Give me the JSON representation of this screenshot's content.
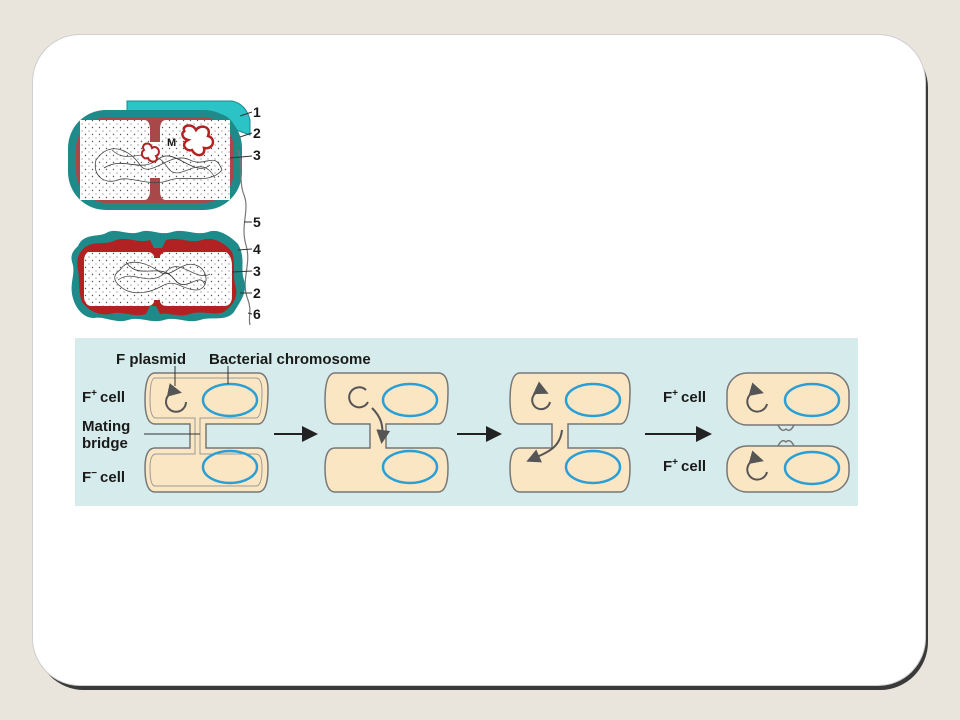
{
  "cell_diagram": {
    "labels": [
      "1",
      "2",
      "3",
      "5",
      "4",
      "3",
      "2",
      "6"
    ],
    "m_label": "M"
  },
  "conjugation": {
    "f_plasmid": "F plasmid",
    "bacterial_chromosome": "Bacterial chromosome",
    "f_plus_cell_1": "F",
    "f_plus_cell_1_sup": "+",
    "f_plus_cell_1_word": "cell",
    "mating_bridge_1": "Mating",
    "mating_bridge_2": "bridge",
    "f_minus_cell": "F",
    "f_minus_cell_sup": "−",
    "f_minus_cell_word": "cell",
    "f_plus_result_1": "F",
    "f_plus_result_1_sup": "+",
    "f_plus_result_1_word": "cell",
    "f_plus_result_2": "F",
    "f_plus_result_2_sup": "+",
    "f_plus_result_2_word": "cell"
  },
  "colors": {
    "capsule": "#1f8a8a",
    "membrane": "#b22222",
    "panel": "#d6ecec",
    "cell_fill": "#fbe6c4",
    "chromosome": "#2a9fd6"
  }
}
